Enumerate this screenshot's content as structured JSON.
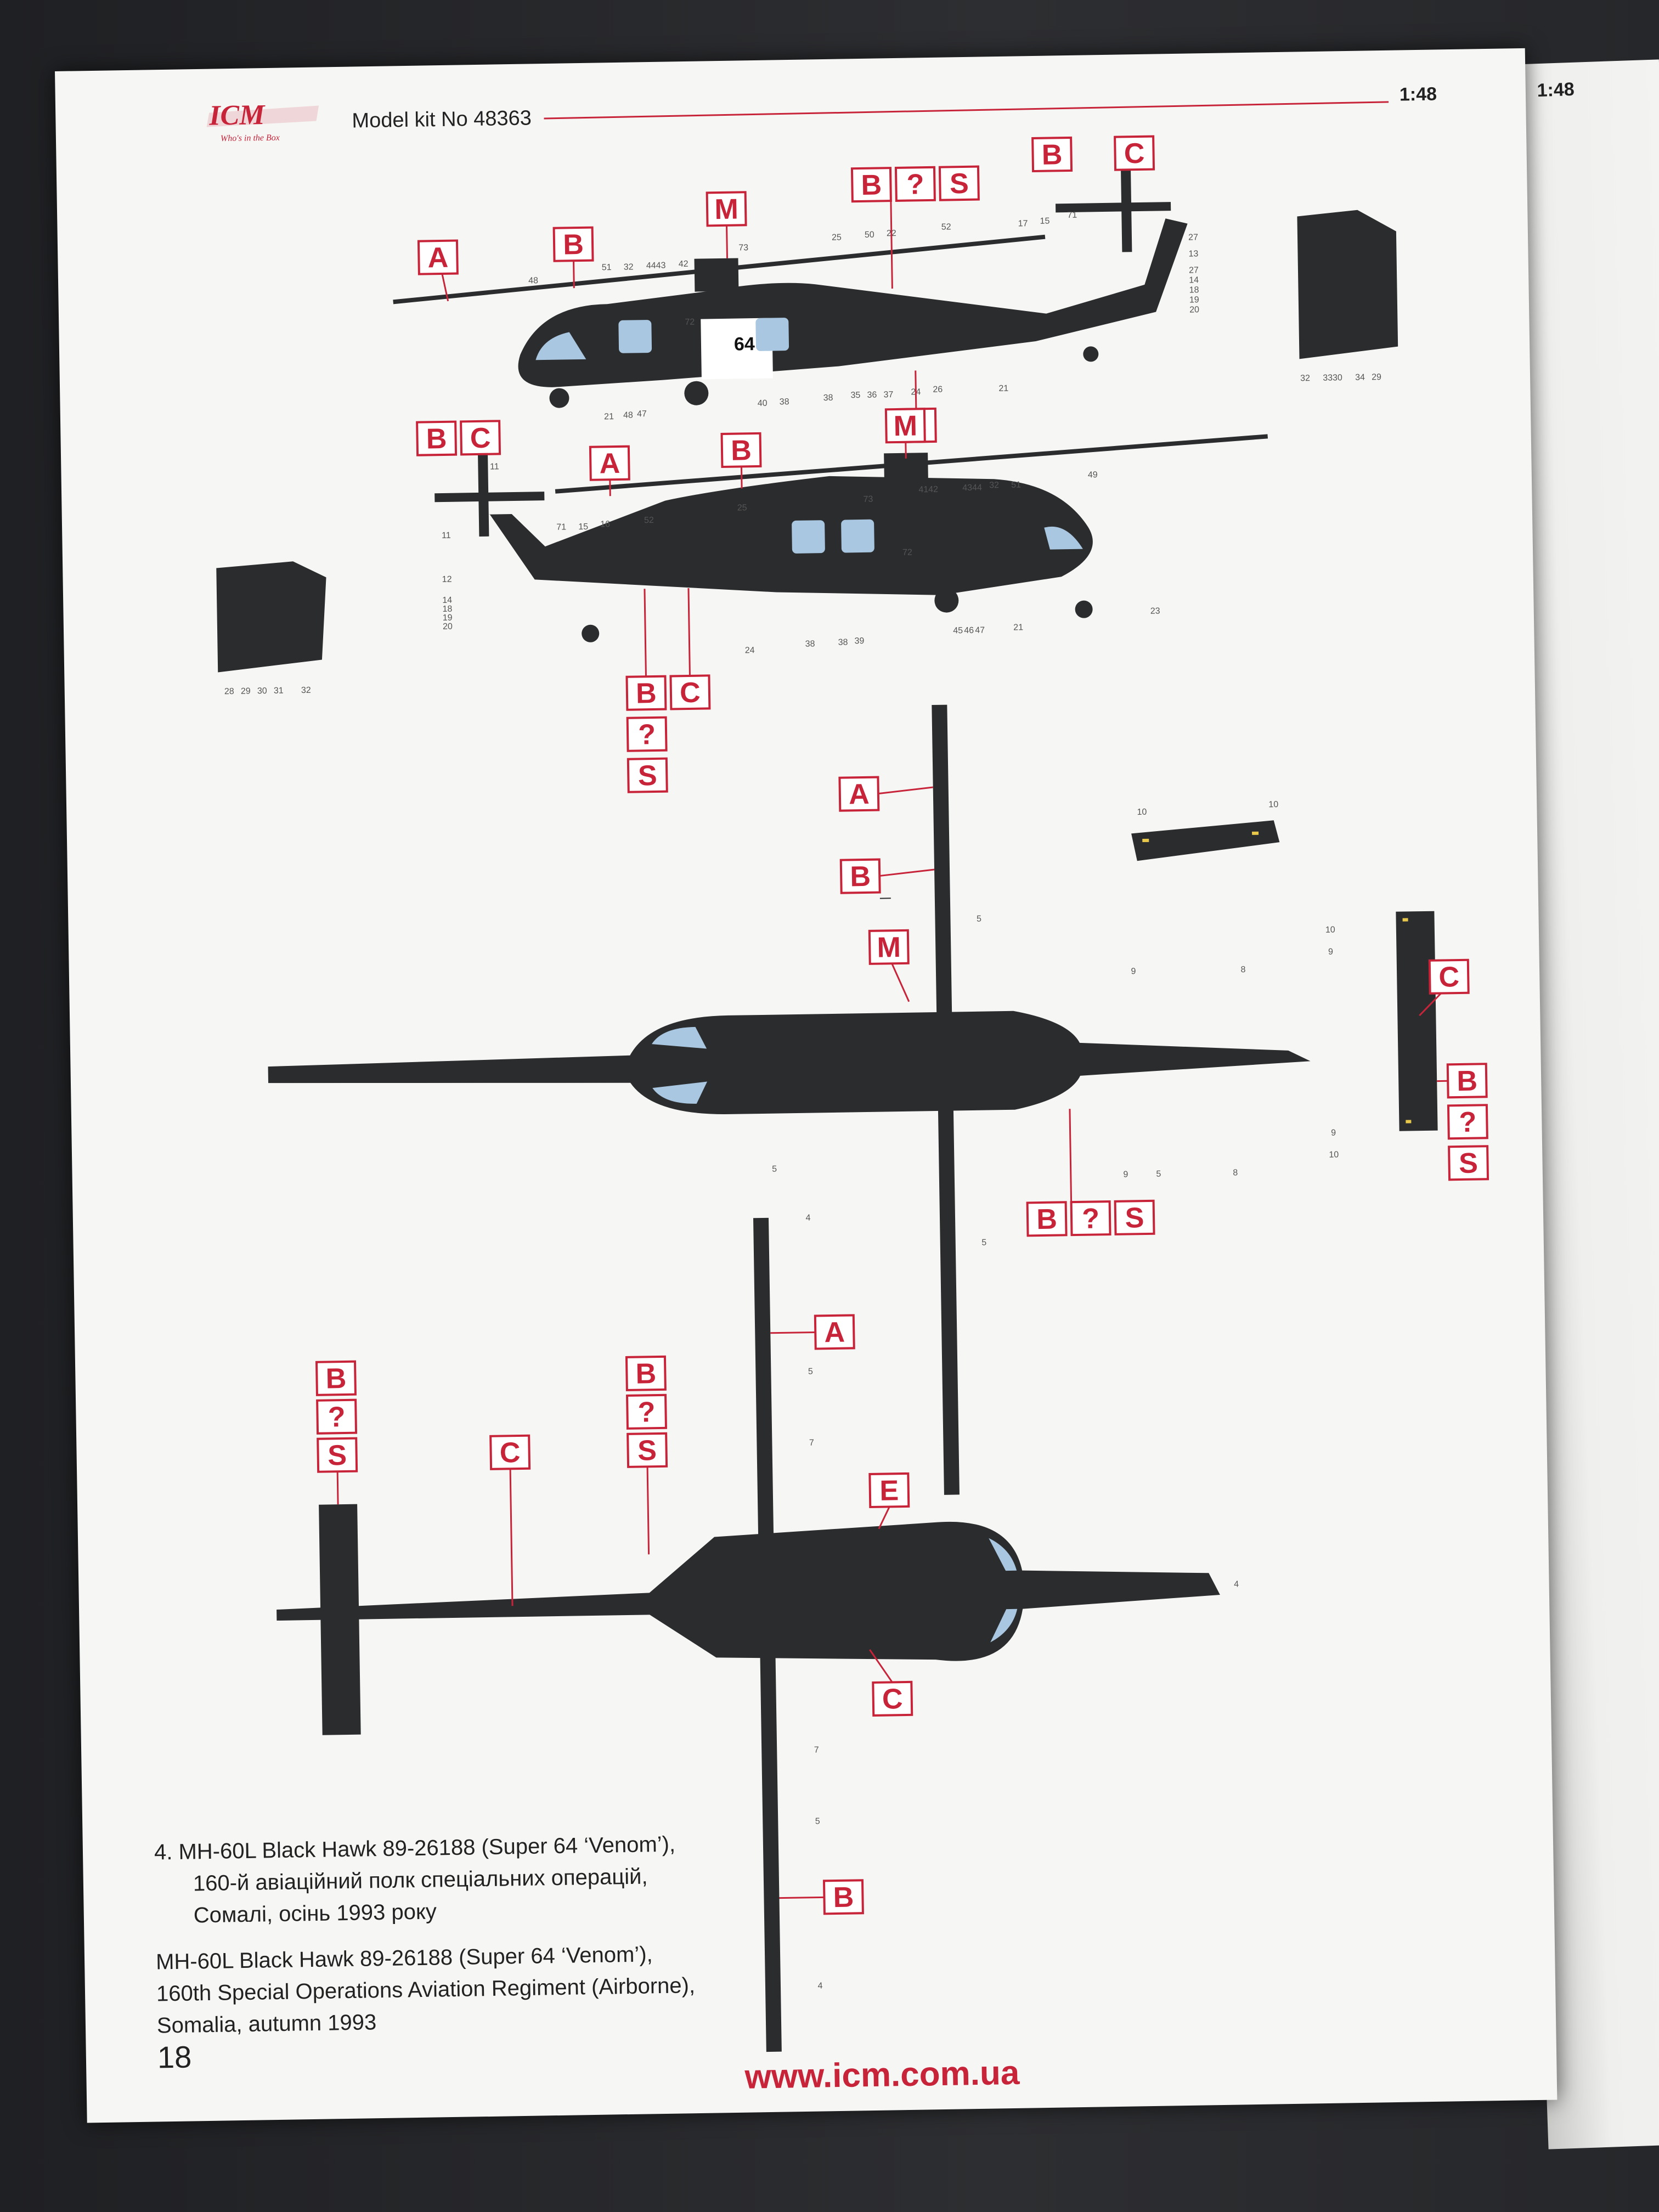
{
  "header": {
    "logo_text": "ICM",
    "logo_tagline": "Who's in the Box",
    "model_kit_label": "Model kit No 48363",
    "scale": "1:48"
  },
  "next_page": {
    "scale": "1:48"
  },
  "labels": {
    "A": "A",
    "B": "B",
    "C": "C",
    "M": "M",
    "E": "E",
    "Q": "?",
    "S": "S"
  },
  "numbers": {
    "n1": "48",
    "n2": "51",
    "n3": "32",
    "n4": "4443",
    "n5": "42",
    "n6": "73",
    "n7": "25",
    "n8": "50",
    "n9": "22",
    "n10": "52",
    "n11": "17",
    "n12": "15",
    "n13": "71",
    "n14": "27",
    "n15": "13",
    "n16": "27",
    "n17": "14",
    "n18": "18",
    "n19": "19",
    "n20": "20",
    "n21": "72",
    "n22": "21",
    "n23": "48",
    "n24": "47",
    "n25": "40",
    "n26": "38",
    "n27": "38",
    "n28": "35",
    "n29": "36",
    "n30": "37",
    "n31": "24",
    "n32": "26",
    "n33": "21",
    "n34": "32",
    "n35": "3330",
    "n36": "34",
    "n37": "29",
    "p1": "11",
    "p2": "11",
    "p3": "71",
    "p4": "15",
    "p5": "16",
    "p6": "52",
    "p7": "25",
    "p8": "73",
    "p9": "4142",
    "p10": "4344",
    "p11": "32",
    "p12": "51",
    "p13": "49",
    "p14": "12",
    "p15": "14",
    "p16": "18",
    "p17": "19",
    "p18": "20",
    "p19": "72",
    "p20": "24",
    "p21": "38",
    "p22": "38",
    "p23": "39",
    "p24": "45",
    "p25": "46",
    "p26": "47",
    "p27": "21",
    "p28": "23",
    "p29": "28",
    "p30": "29",
    "p31": "30",
    "p32": "31",
    "p33": "32",
    "t1": "5",
    "t2": "10",
    "t3": "10",
    "t4": "10",
    "t5": "9",
    "t6": "9",
    "t7": "8",
    "t8": "5",
    "t9": "9",
    "t10": "5",
    "t11": "8",
    "t12": "9",
    "t13": "10",
    "t14": "5",
    "u1": "4",
    "u2": "5",
    "u3": "7",
    "u4": "4",
    "u5": "7",
    "u6": "5",
    "u7": "4"
  },
  "fuselage_number": "64",
  "caption": {
    "line1": "4. MH-60L Black Hawk 89-26188 (Super 64 ‘Venom’),",
    "line2": "160-й авіаційний полк спеціальних операцій,",
    "line3": "Сомалі, осінь 1993 року",
    "line4": "MH-60L Black Hawk 89-26188 (Super 64 ‘Venom’),",
    "line5": "160th Special Operations Aviation Regiment (Airborne),",
    "line6": "Somalia, autumn 1993"
  },
  "page_number": "18",
  "website": "www.icm.com.ua",
  "colors": {
    "accent_red": "#c7243a",
    "helicopter": "#2b2c2e",
    "window": "#a9c7e0",
    "paper": "#f6f6f4"
  }
}
